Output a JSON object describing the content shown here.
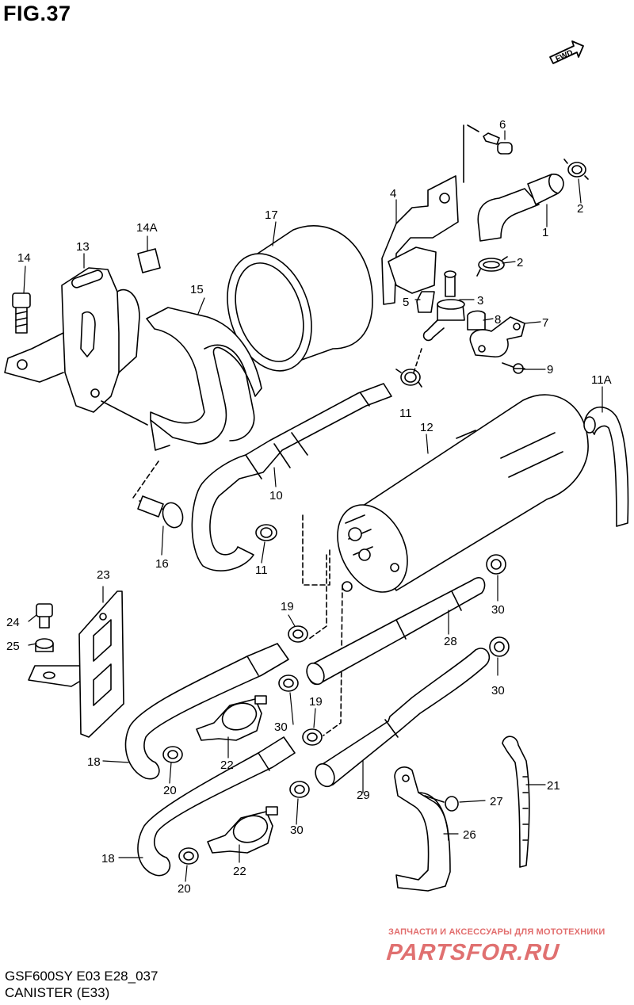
{
  "figure": {
    "title": "FIG.37",
    "model_line": "GSF600SY E03 E28_037",
    "section_title": "CANISTER (E33)",
    "direction_label": "FWD"
  },
  "watermark": {
    "caption": "ЗАПЧАСТИ И АКСЕССУАРЫ ДЛЯ МОТОТЕХНИКИ",
    "brand": "PARTSFOR.RU",
    "color": "#e07070"
  },
  "callouts": {
    "c1": "1",
    "c2a": "2",
    "c2b": "2",
    "c3": "3",
    "c4": "4",
    "c5": "5",
    "c6": "6",
    "c7": "7",
    "c8": "8",
    "c9": "9",
    "c10": "10",
    "c11a": "11",
    "c11b": "11",
    "c11A": "11A",
    "c12": "12",
    "c13": "13",
    "c14": "14",
    "c14A": "14A",
    "c15": "15",
    "c16": "16",
    "c17": "17",
    "c18a": "18",
    "c18b": "18",
    "c19a": "19",
    "c19b": "19",
    "c20a": "20",
    "c20b": "20",
    "c21": "21",
    "c22a": "22",
    "c22b": "22",
    "c23": "23",
    "c24": "24",
    "c25": "25",
    "c26": "26",
    "c27": "27",
    "c28": "28",
    "c29": "29",
    "c30a": "30",
    "c30b": "30",
    "c30c": "30",
    "c30d": "30"
  }
}
